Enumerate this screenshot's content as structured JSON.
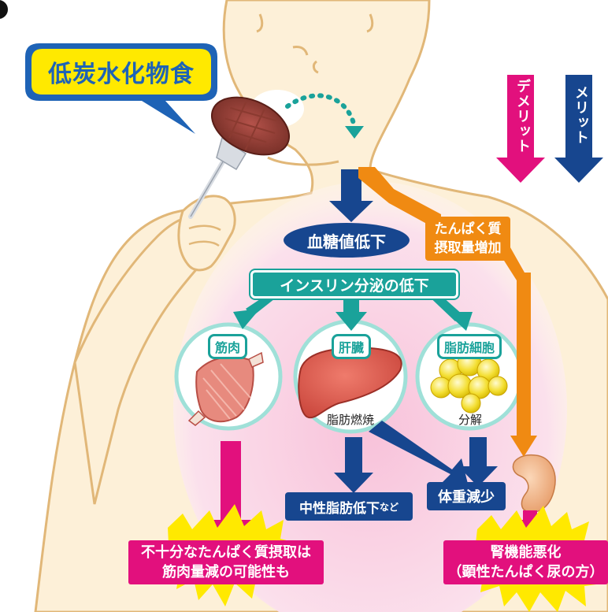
{
  "top_mark": "。",
  "speech": {
    "label": "低炭水化物食"
  },
  "legend": {
    "demerit": "デメリット",
    "merit": "メリット"
  },
  "nodes": {
    "blood_sugar": "血糖値低下",
    "protein_intake": [
      "たんぱく質",
      "摂取量増加"
    ],
    "insulin": "インスリン分泌の低下",
    "muscle": "筋肉",
    "liver": "肝臓",
    "fat_cell": "脂肪細胞",
    "fat_burn": "脂肪燃焼",
    "breakdown": "分解",
    "neutral_fat": "中性脂肪低下",
    "neutral_fat_suffix": "など",
    "weight_loss": "体重減少",
    "muscle_warning": [
      "不十分なたんぱく質摂取は",
      "筋肉量減の可能性も"
    ],
    "kidney_warning": [
      "腎機能悪化",
      "（顕性たんぱく尿の方）"
    ]
  },
  "colors": {
    "navy": "#17468f",
    "teal": "#1aa29a",
    "magenta": "#e2107d",
    "orange": "#f08a12",
    "skin": "#fbe9c8",
    "outline": "#e1b778",
    "pink_bg": "#fad4e4",
    "speech_yellow": "#ffe900",
    "speech_blue": "#1e63b6"
  }
}
